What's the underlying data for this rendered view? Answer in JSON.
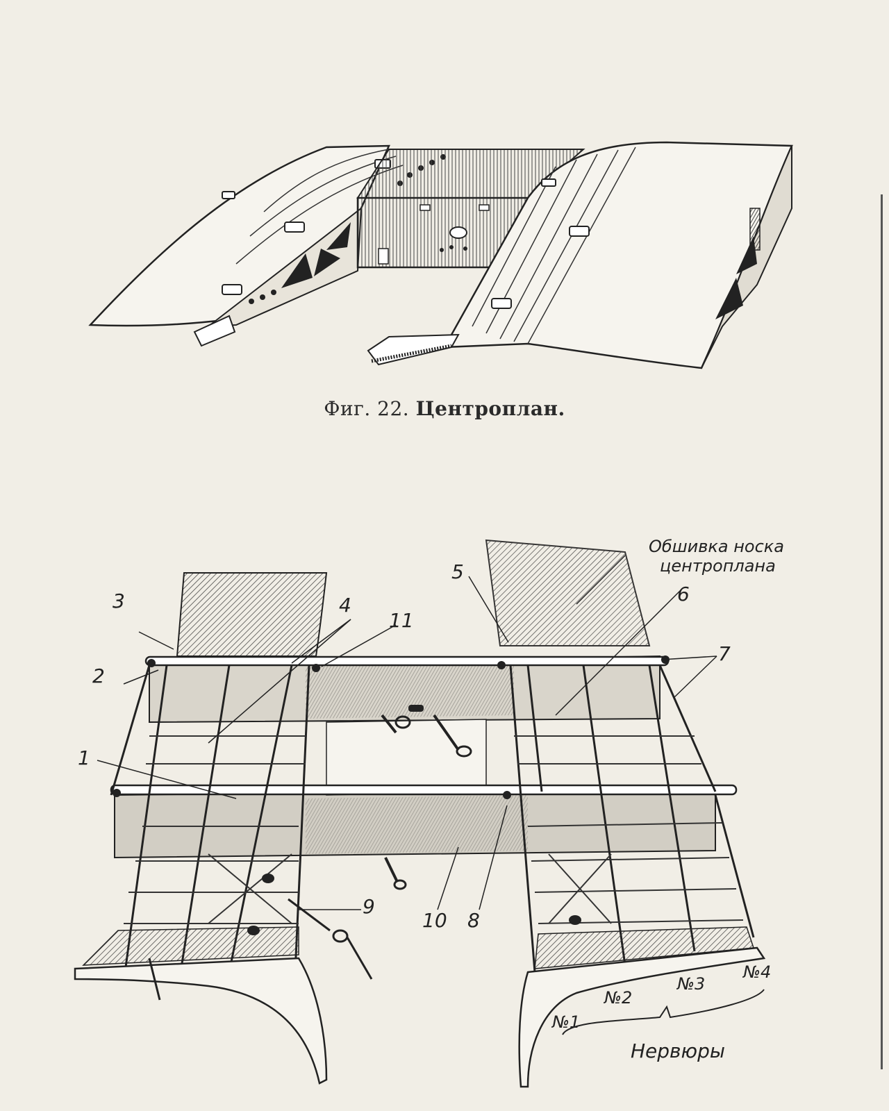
{
  "figure22": {
    "label_prefix": "Фиг.",
    "number": "22.",
    "title": "Центроплан."
  },
  "figure23": {
    "callouts": {
      "c1": "1",
      "c2": "2",
      "c3": "3",
      "c4": "4",
      "c5": "5",
      "c6": "6",
      "c7": "7",
      "c8": "8",
      "c9": "9",
      "c10": "10",
      "c11": "11"
    },
    "skin_label_line1": "Обшивка носка",
    "skin_label_line2": "центроплана",
    "ribs": {
      "r1": "№1",
      "r2": "№2",
      "r3": "№3",
      "r4": "№4",
      "group_label": "Нервюры"
    }
  }
}
